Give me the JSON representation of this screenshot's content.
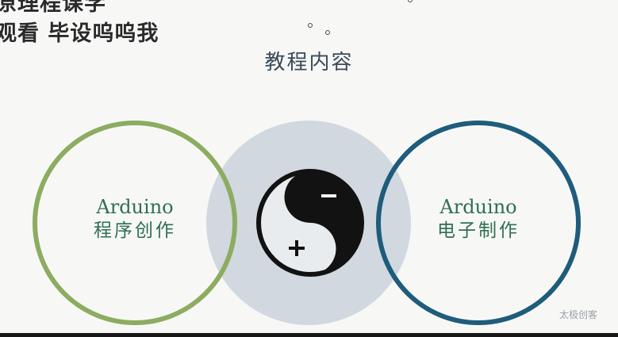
{
  "overlay": {
    "subtitle_line1": "原理程课学",
    "subtitle_line2": "观看   毕设呜呜我"
  },
  "slide": {
    "title": "教程内容",
    "left_circle": {
      "line1": "Arduino",
      "line2": "程序创作"
    },
    "right_circle": {
      "line1": "Arduino",
      "line2": "电子制作"
    },
    "center_icon": "yin-yang-icon"
  },
  "watermark": "太极创客",
  "colors": {
    "left_ring": "#8cac60",
    "right_ring": "#1e5c7c",
    "center_disc": "#cfd6dd",
    "label_text": "#2f6f53",
    "title_text": "#3a4a57"
  }
}
